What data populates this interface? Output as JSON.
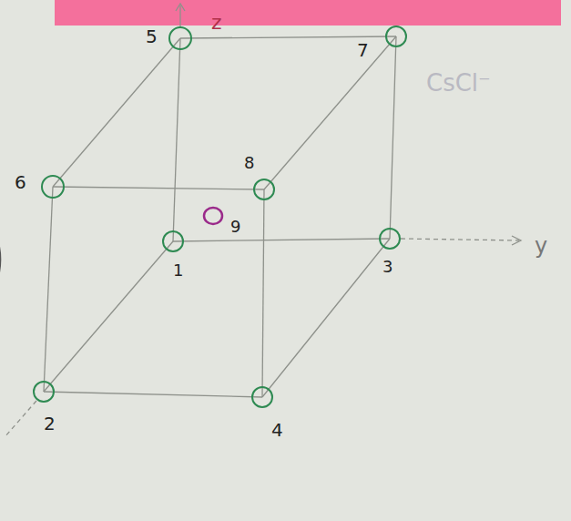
{
  "diagram": {
    "labels": [
      "5",
      "z",
      "7",
      "CsCl⁻",
      "6",
      "8",
      "9",
      "1",
      "3",
      "y",
      "2",
      "4"
    ]
  }
}
